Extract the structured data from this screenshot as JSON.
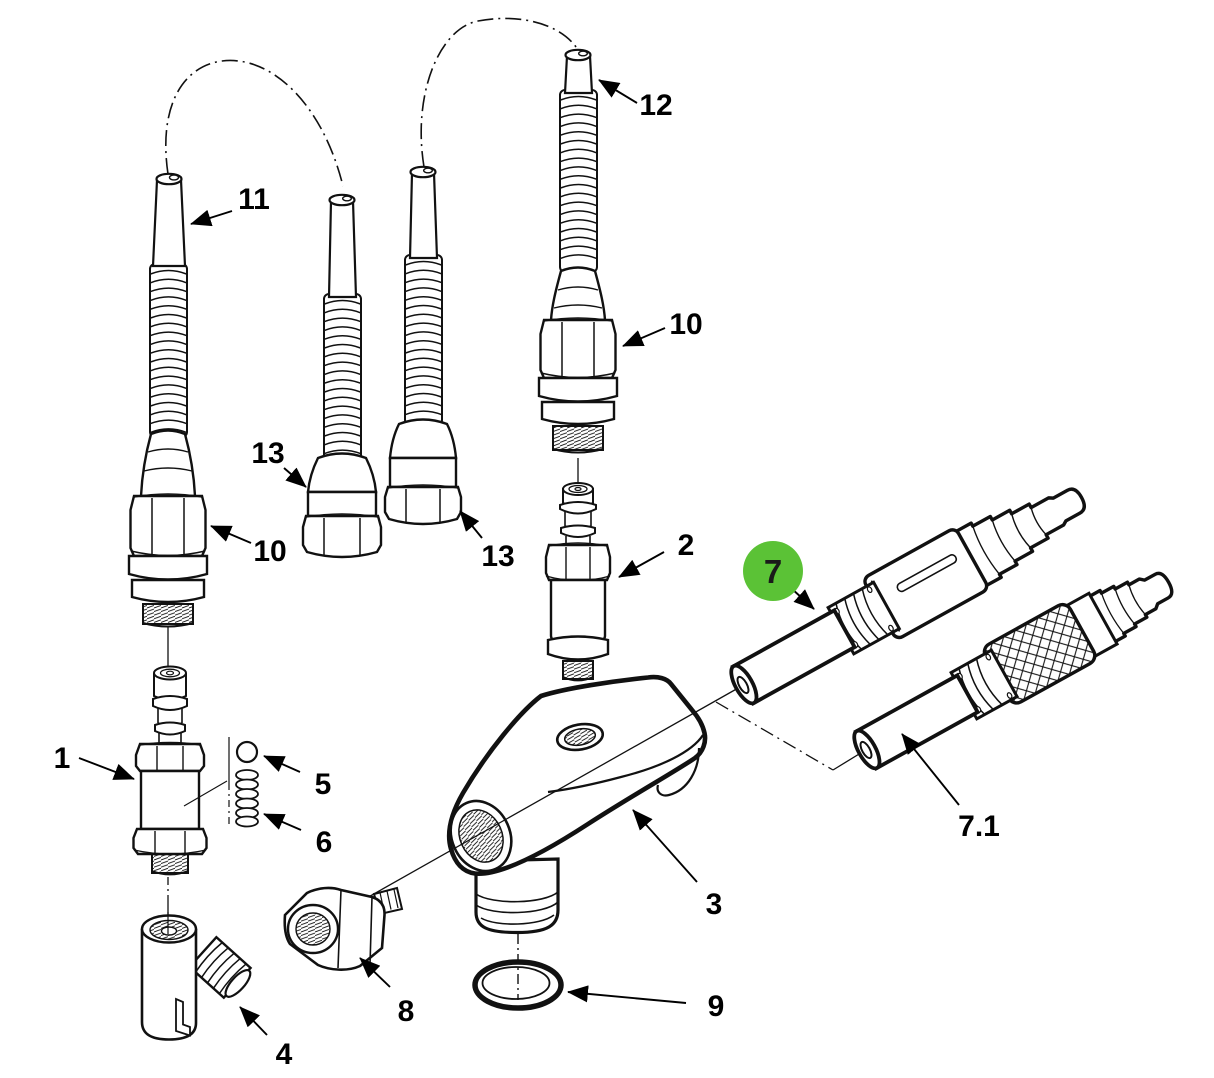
{
  "diagram": {
    "type": "exploded-parts-diagram",
    "background": "#ffffff",
    "line_color": "#111111",
    "highlight": {
      "label": "7",
      "color": "#5bc236",
      "text_color": "#1a1a1a"
    },
    "callouts": [
      {
        "id": "11",
        "label": "11"
      },
      {
        "id": "12",
        "label": "12"
      },
      {
        "id": "13a",
        "label": "13"
      },
      {
        "id": "13b",
        "label": "13"
      },
      {
        "id": "10a",
        "label": "10"
      },
      {
        "id": "10b",
        "label": "10"
      },
      {
        "id": "2",
        "label": "2"
      },
      {
        "id": "7",
        "label": "7",
        "highlighted": true
      },
      {
        "id": "7_1",
        "label": "7.1"
      },
      {
        "id": "1",
        "label": "1"
      },
      {
        "id": "5",
        "label": "5"
      },
      {
        "id": "6",
        "label": "6"
      },
      {
        "id": "3",
        "label": "3"
      },
      {
        "id": "8",
        "label": "8"
      },
      {
        "id": "4",
        "label": "4"
      },
      {
        "id": "9",
        "label": "9"
      }
    ]
  }
}
